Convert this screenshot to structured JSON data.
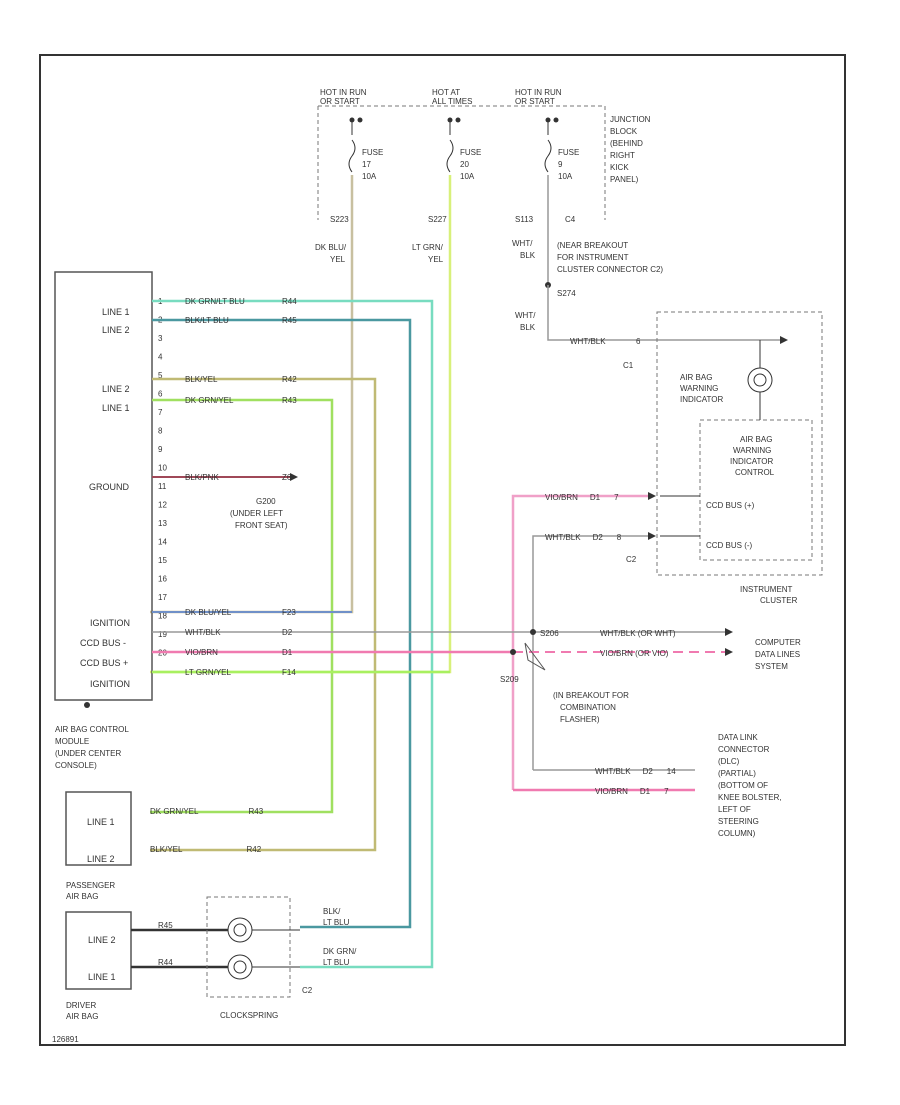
{
  "labels": {
    "hot_run_start_1": [
      "HOT IN RUN",
      "OR START"
    ],
    "hot_at_all": [
      "HOT AT",
      "ALL TIMES"
    ],
    "hot_run_start_2": [
      "HOT IN RUN",
      "OR START"
    ],
    "junction_block": [
      "JUNCTION",
      "BLOCK",
      "(BEHIND",
      "RIGHT",
      "KICK",
      "PANEL)"
    ],
    "fuse17": [
      "FUSE",
      "17",
      "10A"
    ],
    "fuse20": [
      "FUSE",
      "20",
      "10A"
    ],
    "fuse9": [
      "FUSE",
      "9",
      "10A"
    ],
    "s223": "S223",
    "s227": "S227",
    "s113": "S113",
    "c4": "C4",
    "dk_blu_yel": [
      "DK BLU/",
      "YEL"
    ],
    "lt_grn_yel": [
      "LT GRN/",
      "YEL"
    ],
    "wht_blk": [
      "WHT/",
      "BLK"
    ],
    "inline_breakout": [
      "(NEAR BREAKOUT",
      "FOR INSTRUMENT",
      "CLUSTER CONNECTOR C2)"
    ],
    "s274": "S274",
    "wht_blk_2": [
      "WHT/",
      "BLK"
    ],
    "ic_wire_label": "WHT/BLK",
    "ic_pin": "6",
    "c1": "C1",
    "warning_indicator": [
      "AIR BAG",
      "WARNING",
      "INDICATOR"
    ],
    "warning_control": [
      "AIR BAG",
      "WARNING",
      "INDICATOR",
      "CONTROL"
    ],
    "ccd_pos": "CCD BUS (+)",
    "ccd_neg": "CCD BUS (-)",
    "c2": "C2",
    "instrument_cluster": [
      "INSTRUMENT",
      "CLUSTER"
    ],
    "ic_wire_1": [
      "VIO/BRN",
      "D1",
      "7"
    ],
    "ic_wire_2": [
      "WHT/BLK",
      "D2",
      "8"
    ],
    "module_pins": {
      "line1_top": "LINE 1",
      "line2_top": "LINE 2",
      "line2_mid": "LINE 2",
      "line1_mid": "LINE 1",
      "ground": "GROUND",
      "ignition_1": "IGNITION",
      "ccd_minus": "CCD BUS -",
      "ccd_plus": "CCD BUS +",
      "ignition_2": "IGNITION"
    },
    "pin_numbers": [
      "1",
      "2",
      "3",
      "4",
      "5",
      "6",
      "7",
      "8",
      "9",
      "10",
      "11",
      "12",
      "13",
      "14",
      "15",
      "16",
      "17",
      "18",
      "19",
      "20"
    ],
    "module_wires": [
      [
        "DK GRN/LT BLU",
        "R44"
      ],
      [
        "BLK/LT BLU",
        "R45"
      ],
      [
        "BLK/YEL",
        "R42"
      ],
      [
        "DK GRN/YEL",
        "R43"
      ],
      [
        "BLK/PNK",
        "Z6"
      ],
      [
        "DK BLU/YEL",
        "F23"
      ],
      [
        "WHT/BLK",
        "D2"
      ],
      [
        "VIO/BRN",
        "D1"
      ],
      [
        "LT GRN/YEL",
        "F14"
      ]
    ],
    "g200": [
      "G200",
      "(UNDER LEFT",
      "FRONT SEAT)"
    ],
    "s206": "S206",
    "s209": "S209",
    "computer_data": [
      "COMPUTER",
      "DATA LINES",
      "SYSTEM"
    ],
    "ccd_wire_1": "WHT/BLK (OR WHT)",
    "ccd_wire_2": "VIO/BRN (OR VIO)",
    "breakout_flasher": [
      "(IN BREAKOUT FOR",
      "COMBINATION",
      "FLASHER)"
    ],
    "air_bag_module": [
      "AIR BAG CONTROL",
      "MODULE",
      "(UNDER CENTER",
      "CONSOLE)"
    ],
    "dlc": [
      "DATA LINK",
      "CONNECTOR",
      "(DLC)",
      "(PARTIAL)",
      "(BOTTOM OF",
      "KNEE BOLSTER,",
      "LEFT OF",
      "STEERING",
      "COLUMN)"
    ],
    "dlc_wire_1": [
      "WHT/BLK",
      "D2",
      "14"
    ],
    "dlc_wire_2": [
      "VIO/BRN",
      "D1",
      "7"
    ],
    "passenger_air_bag": [
      "PASSENGER",
      "AIR BAG"
    ],
    "pass_line1": "LINE 1",
    "pass_line2": "LINE 2",
    "pass_wire_1": [
      "DK GRN/YEL",
      "R43"
    ],
    "pass_wire_2": [
      "BLK/YEL",
      "R42"
    ],
    "driver_line2": "LINE 2",
    "driver_line1": "LINE 1",
    "driver_air_bag": [
      "DRIVER",
      "AIR BAG"
    ],
    "clockspring": "CLOCKSPRING",
    "cs_wire_1": [
      "BLK/",
      "LT BLU"
    ],
    "cs_wire_2": [
      "DK GRN/",
      "LT BLU"
    ],
    "cs_conn": "C2",
    "r45": "R45",
    "r44": "R44",
    "footer": "126891"
  },
  "colors": {
    "frame": "#333333",
    "teal": "#5fd0b4",
    "darkteal": "#3f8c94",
    "olive": "#b4ae5c",
    "yellowgreen": "#cde66a",
    "brightgreen": "#8ce86a",
    "grey": "#8c8c8c",
    "pink": "#e35a9b",
    "blue": "#4d6fb8",
    "darkred": "#8a3a3a"
  }
}
